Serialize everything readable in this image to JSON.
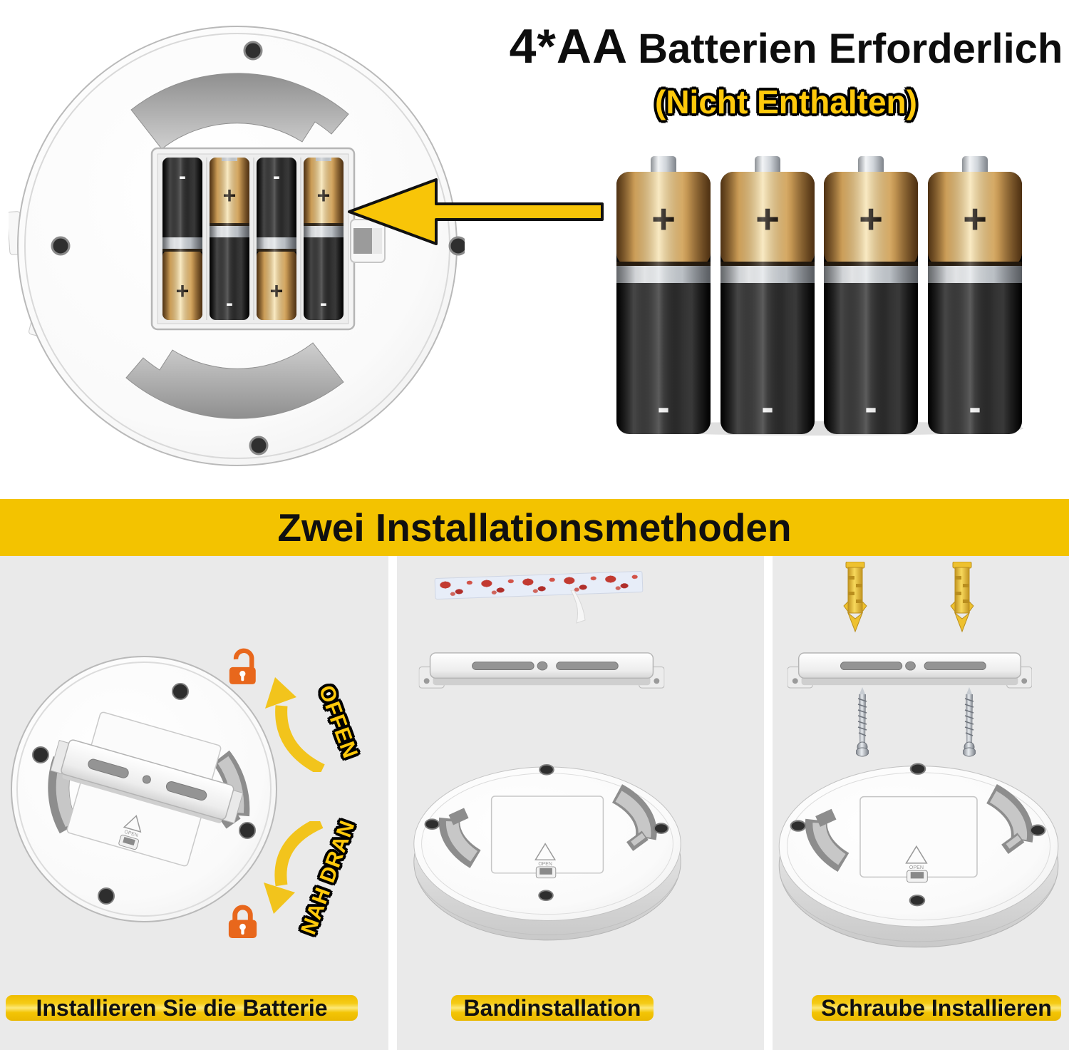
{
  "title": {
    "highlight": "4*AA",
    "rest": "Batterien Erforderlich",
    "note": "(Nicht Enthalten)"
  },
  "banner": {
    "text": "Zwei Installationsmethoden"
  },
  "symbols": {
    "plus": "+",
    "minus": "-",
    "open": "OPEN"
  },
  "methods": {
    "battery": {
      "caption": "Installieren Sie die Batterie",
      "open_label": "OFFEN",
      "close_label": "NAH DRAN"
    },
    "tape": {
      "caption": "Bandinstallation"
    },
    "screw": {
      "caption": "Schraube Installieren"
    }
  },
  "colors": {
    "banner_yellow": "#F3C300",
    "outline_text_yellow": "#FFC90B",
    "arrow_yellow": "#F8C508",
    "lock_orange": "#E8671C",
    "anchor_yellow": "#F0C23A",
    "section_gray": "#EAEAEA",
    "battery_gold": "#D8A35C",
    "battery_black": "#1A1A1A"
  }
}
